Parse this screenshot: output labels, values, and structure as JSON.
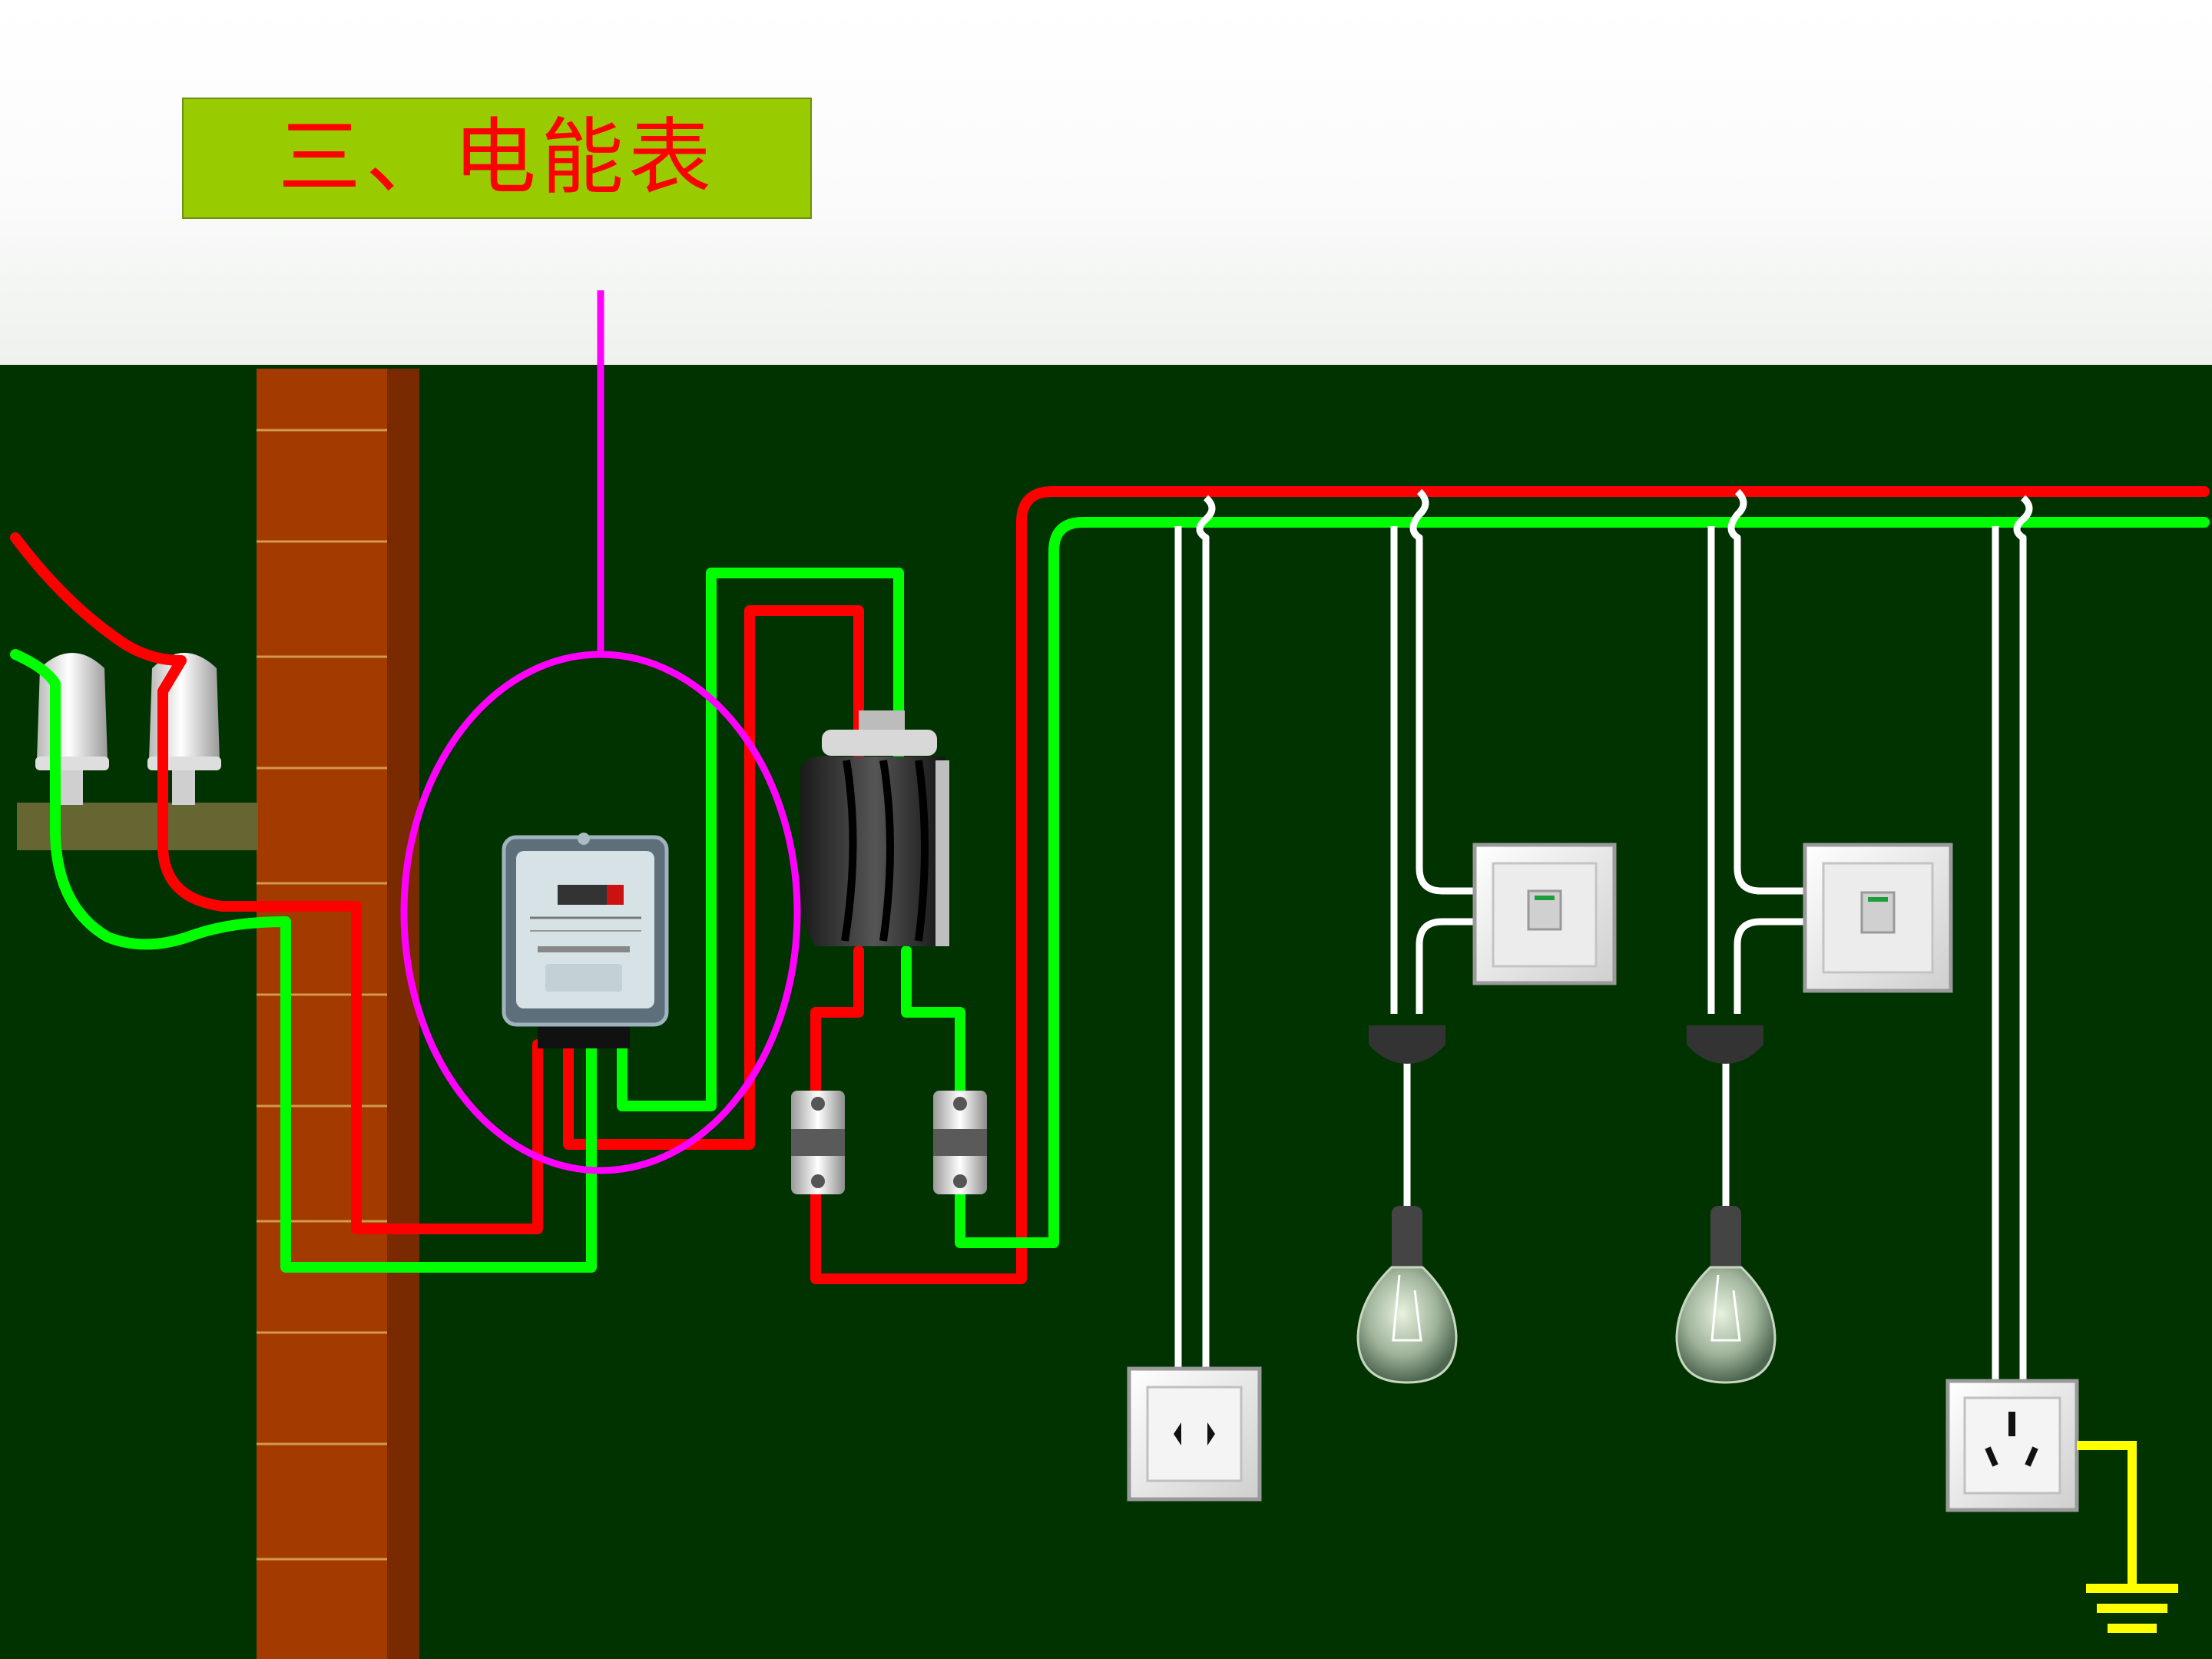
{
  "slide": {
    "title": "三、电能表"
  },
  "colors": {
    "background": "#003300",
    "live_wire": "#ff0000",
    "neutral_wire": "#00ff00",
    "highlight": "#ff00ff",
    "ground_wire": "#ffff00",
    "branch_wire": "#ffffff",
    "title_box": "#99cc00",
    "title_text": "#ff0000",
    "brick": "#a33a00"
  },
  "components": [
    {
      "name": "insulators",
      "icon": "insulator-icon"
    },
    {
      "name": "energy-meter",
      "icon": "energy-meter-icon",
      "highlighted": true
    },
    {
      "name": "knife-switch",
      "icon": "knife-switch-icon"
    },
    {
      "name": "fuses",
      "icon": "fuse-icon"
    },
    {
      "name": "two-pin-socket",
      "icon": "two-pin-socket-icon"
    },
    {
      "name": "wall-switch",
      "icon": "wall-switch-icon"
    },
    {
      "name": "light-bulb",
      "icon": "light-bulb-icon"
    },
    {
      "name": "three-pin-socket",
      "icon": "three-pin-socket-icon"
    },
    {
      "name": "ground",
      "icon": "ground-icon"
    }
  ]
}
